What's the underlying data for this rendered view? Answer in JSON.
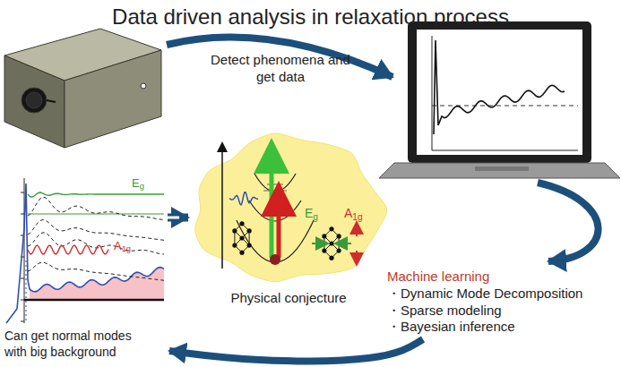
{
  "diagram": {
    "title": "Data driven analysis in relaxation process",
    "nodes": [
      {
        "text": [
          "Eg",
          "A1g",
          "Physical conjecture"
        ]
      },
      {
        "text": [
          "Eg",
          "A1g",
          "Can get normal modes with big background"
        ]
      },
      {
        "text": [
          "Machine learning",
          "・Dynamic Mode Decomposition",
          "・Sparse modeling",
          "・Bayesian inference"
        ]
      }
    ],
    "edges": [
      {
        "from": 2,
        "to": 1,
        "arrow": "to"
      },
      {
        "from": 1,
        "to": 0,
        "arrow": "to"
      }
    ],
    "labels": [
      "Detect phenomena and get data"
    ]
  }
}
